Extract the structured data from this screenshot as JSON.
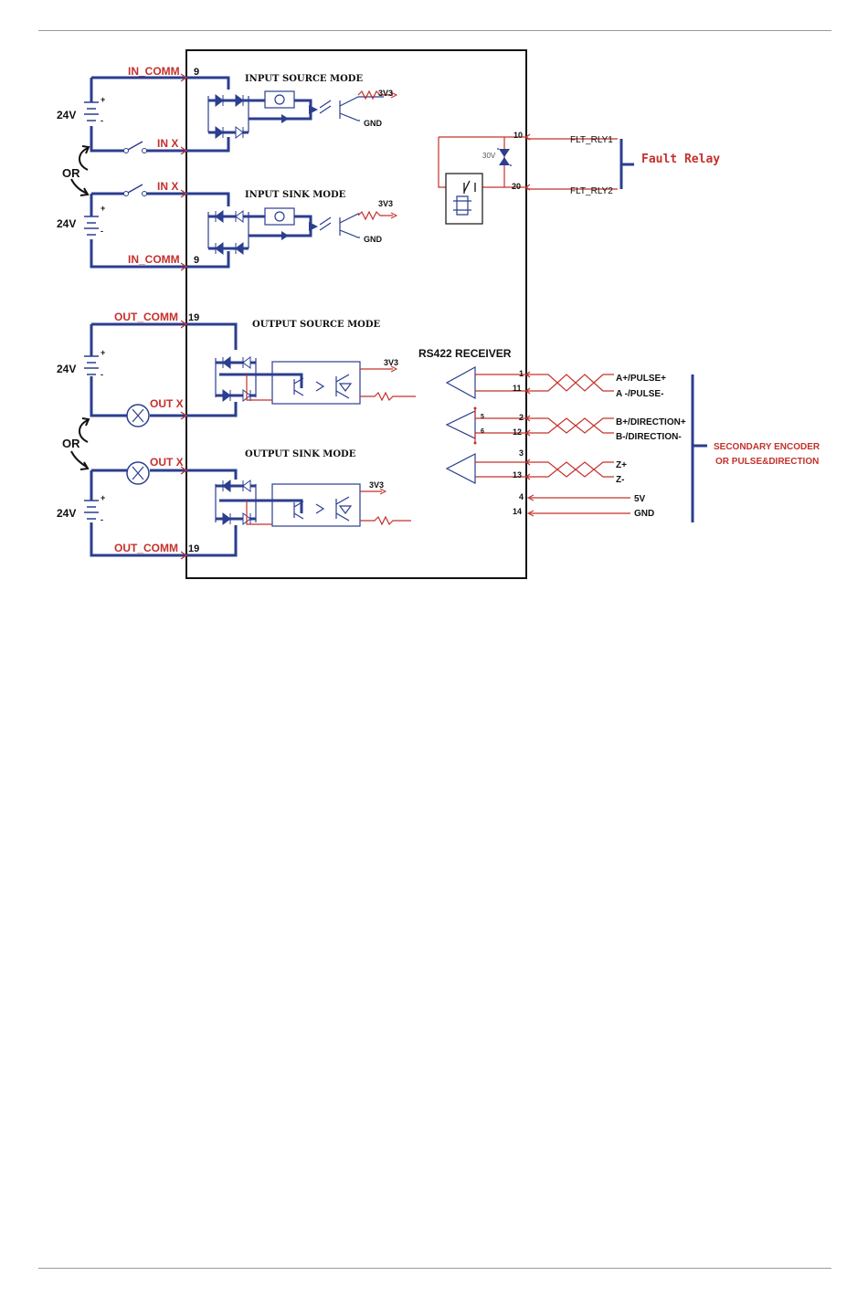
{
  "colors": {
    "blue": "#2b3e8f",
    "red": "#c4312b",
    "black": "#111111"
  },
  "left": {
    "v1": "24V",
    "v2": "24V",
    "v3": "24V",
    "v4": "24V",
    "or1": "OR",
    "or2": "OR",
    "plus": "+",
    "minus": "-",
    "in_comm": "IN_COMM",
    "in_x": "IN X",
    "out_comm": "OUT_COMM",
    "out_x": "OUT X",
    "pin9": "9",
    "pin19": "19"
  },
  "modes": {
    "input_source": "INPUT SOURCE MODE",
    "input_sink": "INPUT SINK MODE",
    "output_source": "OUTPUT SOURCE MODE",
    "output_sink": "OUTPUT SINK MODE"
  },
  "internal": {
    "v3v3": "3V3",
    "gnd": "GND",
    "v30": "30V",
    "rs422": "RS422 RECEIVER"
  },
  "relay": {
    "pin10": "10",
    "pin20": "20",
    "flt1": "FLT_RLY1",
    "flt2": "FLT_RLY2",
    "title": "Fault Relay"
  },
  "receiver": {
    "pins": [
      "1",
      "11",
      "5",
      "6",
      "2",
      "12",
      "3",
      "13",
      "4",
      "14"
    ],
    "a_plus": "A+/PULSE+",
    "a_minus": "A -/PULSE-",
    "b_plus": "B+/DIRECTION+",
    "b_minus": "B-/DIRECTION-",
    "z_plus": "Z+",
    "z_minus": "Z-",
    "v5": "5V",
    "gnd": "GND",
    "secondary_1": "SECONDARY ENCODER",
    "secondary_2": "OR PULSE&DIRECTION"
  }
}
